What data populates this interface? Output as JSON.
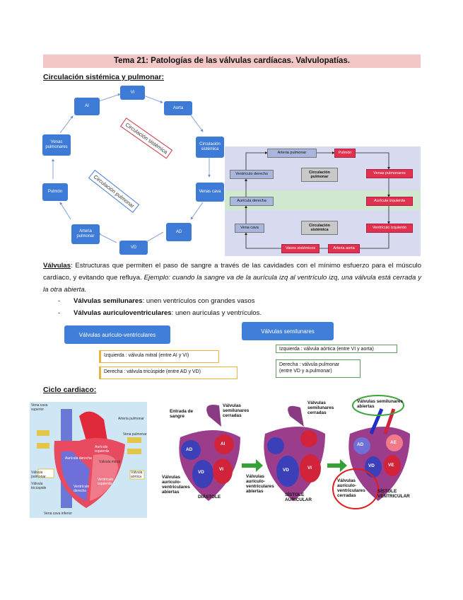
{
  "title": "Tema 21: Patologías de las válvulas cardíacas. Valvulopatías.",
  "section1": {
    "heading": "Circulación sistémica y pulmonar:"
  },
  "cycle": {
    "nodes": {
      "vi": "VI",
      "aorta": "Aorta",
      "circ_sist": "Circulación sistémica",
      "venas_cava": "Venas cava",
      "ad": "AD",
      "vd": "VD",
      "arteria_pulm": "Arteria pulmonar",
      "pulmon": "Pulmón",
      "venas_pulm": "Venas pulmonares",
      "ai": "AI"
    },
    "label_sistemica": "Circulación sistémica",
    "label_pulmonar": "Circulación pulmonar"
  },
  "flow": {
    "arteria_pulmonar": "Arteria pulmonar",
    "pulmon": "Pulmón",
    "ventriculo_derecho": "Ventrículo derecho",
    "circ_pulmonar": "Circulación pulmonar",
    "venas_pulmonares": "Venas pulmonares",
    "auricula_derecha": "Aurícula derecha",
    "auricula_izquierda": "Aurícula izquierda",
    "vena_cava": "Vena cava",
    "circ_sistemica": "Circulación sistémica",
    "ventriculo_izquierdo": "Ventrículo izquierdo",
    "vasos_sistemicos": "Vasos sistémicos",
    "arteria_aorta": "Arteria aorta"
  },
  "valvulas": {
    "term": "Válvulas",
    "text": ": Estructuras que permiten el paso de sangre a través de las cavidades con el mínimo esfuerzo para el músculo cardíaco, y evitando que refluya.",
    "example": "Ejemplo: cuando la sangre va de la aurícula izq al ventrículo izq, una válvula está cerrada y la otra abierta.",
    "bullets": [
      {
        "term": "Válvulas semilunares",
        "text": ": unen ventrículos con grandes vasos"
      },
      {
        "term": "Válvulas auriculoventriculares",
        "text": ": unen aurículas y ventrículos."
      }
    ]
  },
  "valve_diagram": {
    "av_button": "Válvulas auriculo-ventriculares",
    "sl_button": "Válvulas semilunares",
    "av_left": "Izquierda : válvula mitral (entre AI y VI)",
    "av_right": "Derecha : válvula tricúspide (entre AD y VD)",
    "sl_left": "Izquierda : válvula aórtica (entre VI y aorta)",
    "sl_right_1": "Derecha : válvula pulmonar",
    "sl_right_2": "(entre VD y a.pulmonar)"
  },
  "section2": {
    "heading": "Ciclo cardiaco:"
  },
  "heart_left": {
    "labels": {
      "vena_cava_sup": "Vena cava superior",
      "arteria_pulmonar": "Arteria pulmonar",
      "vena_pulmonar": "Vena pulmonar",
      "auricula_izq": "Aurícula izquierda",
      "auricula_der": "Aurícula derecha",
      "valvula_mitral": "Válvula mitral",
      "valvula_pulmonar": "Válvula pulmonar",
      "valvula_aortica": "Válvula aórtica",
      "valvula_tricuspide": "Válvula tricúspide",
      "ventriculo_izq": "Ventrículo izquierdo",
      "ventriculo_der": "Ventrículo derecho",
      "vena_cava_inf": "Vena cava inferior"
    }
  },
  "heart_right": {
    "entrada": "Entrada de sangre",
    "sl_cerradas_1": "Válvulas semilunares cerradas",
    "sl_cerradas_2": "Válvulas semilunares cerradas",
    "sl_abiertas": "Válvulas semilunares abiertas",
    "av_abiertas_1": "Válvulas aurículo-ventriculares abiertas",
    "av_abiertas_2": "Válvulas aurículo-ventriculares abiertas",
    "av_cerradas": "Válvulas aurículo-ventriculares cerradas",
    "diastole": "DIÁSTOLE",
    "sistole_auricular_1": "SÍSTOLE",
    "sistole_auricular_2": "AURICULAR",
    "sistole_ventricular_1": "SÍSTOLE",
    "sistole_ventricular_2": "VENTRICULAR",
    "ad": "AD",
    "ai": "AI",
    "vd": "VD",
    "vi": "VI",
    "ae": "AE",
    "ve": "VE"
  }
}
